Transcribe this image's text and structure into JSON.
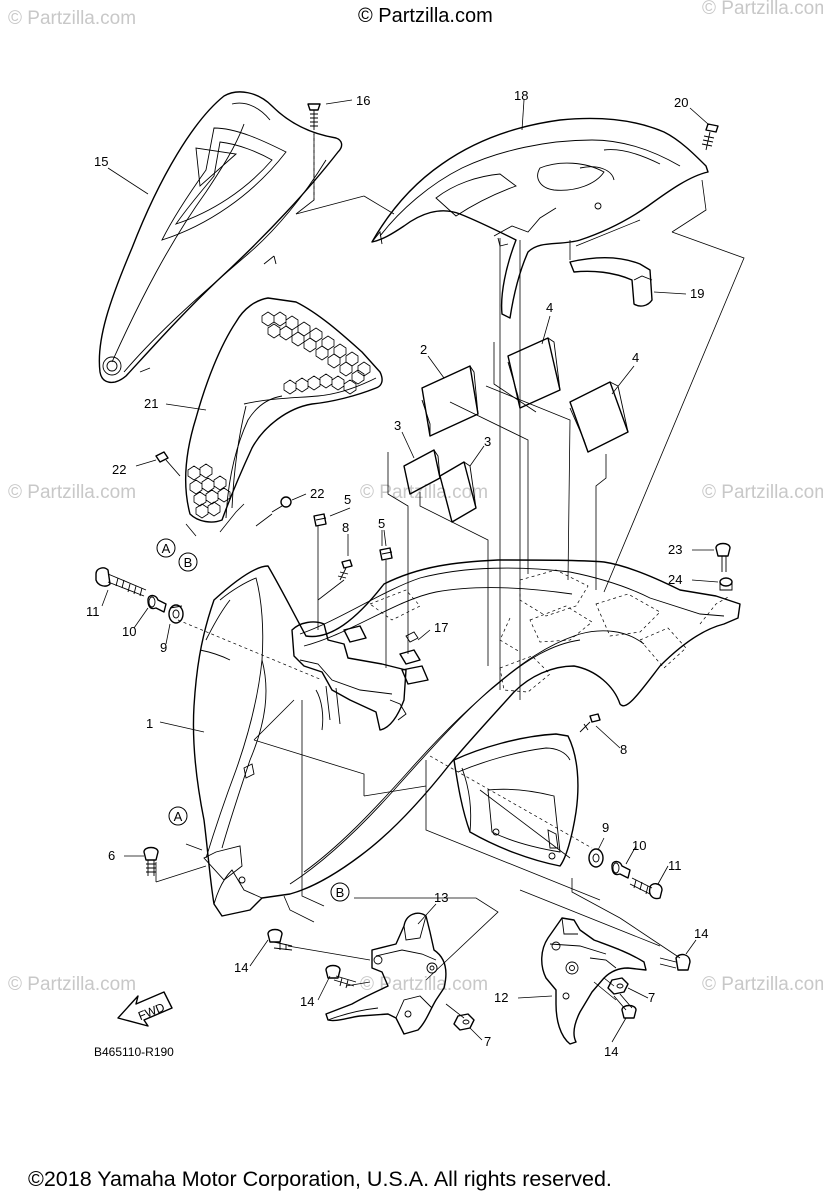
{
  "header": {
    "site_credit": "© Partzilla.com"
  },
  "watermark_text": "© Partzilla.com",
  "diagram_code": "B465110-R190",
  "fwd_label": "FWD",
  "footer": {
    "copyright": "©2018 Yamaha Motor Corporation, U.S.A. All rights reserved."
  },
  "callouts": [
    {
      "label": "16"
    },
    {
      "label": "18"
    },
    {
      "label": "20"
    },
    {
      "label": "15"
    },
    {
      "label": "19"
    },
    {
      "label": "4"
    },
    {
      "label": "2"
    },
    {
      "label": "4"
    },
    {
      "label": "21"
    },
    {
      "label": "3"
    },
    {
      "label": "3"
    },
    {
      "label": "22"
    },
    {
      "label": "22"
    },
    {
      "label": "5"
    },
    {
      "label": "8"
    },
    {
      "label": "5"
    },
    {
      "label": "23"
    },
    {
      "label": "24"
    },
    {
      "label": "11"
    },
    {
      "label": "10"
    },
    {
      "label": "9"
    },
    {
      "label": "17"
    },
    {
      "label": "1"
    },
    {
      "label": "8"
    },
    {
      "label": "9"
    },
    {
      "label": "10"
    },
    {
      "label": "11"
    },
    {
      "label": "6"
    },
    {
      "label": "13"
    },
    {
      "label": "14"
    },
    {
      "label": "14"
    },
    {
      "label": "14"
    },
    {
      "label": "7"
    },
    {
      "label": "12"
    },
    {
      "label": "7"
    },
    {
      "label": "14"
    }
  ],
  "ref_markers": [
    {
      "label": "A"
    },
    {
      "label": "B"
    },
    {
      "label": "A"
    },
    {
      "label": "B"
    }
  ]
}
